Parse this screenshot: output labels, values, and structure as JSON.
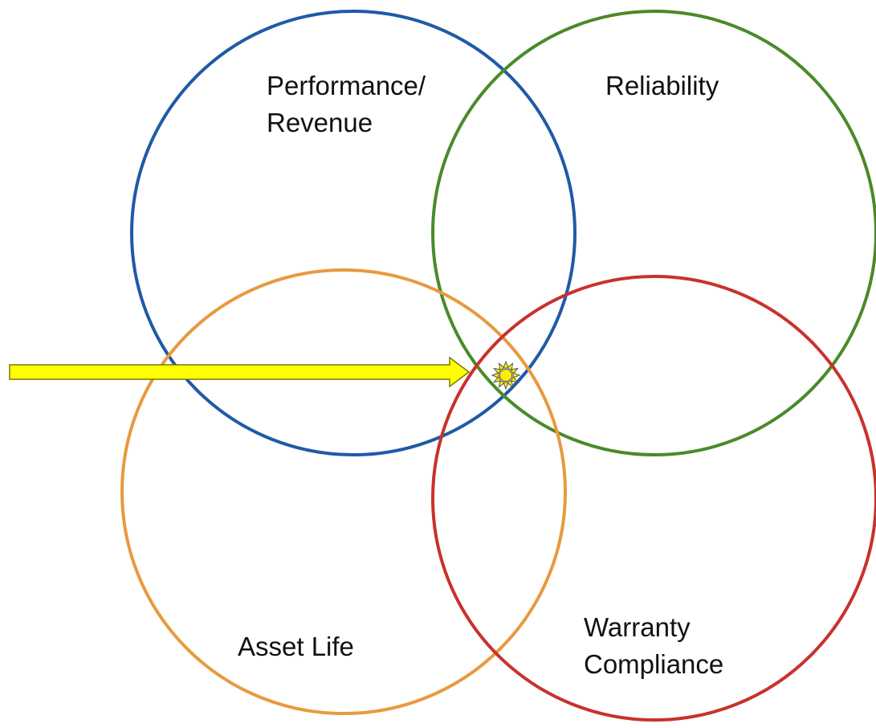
{
  "diagram": {
    "circles": [
      {
        "id": "performance",
        "lines": [
          "Performance/",
          "Revenue"
        ],
        "color": "#1f5aa5"
      },
      {
        "id": "reliability",
        "lines": [
          "Reliability"
        ],
        "color": "#4a8a2a"
      },
      {
        "id": "asset_life",
        "lines": [
          "Asset Life"
        ],
        "color": "#e79a3f"
      },
      {
        "id": "warranty",
        "lines": [
          "Warranty",
          "Compliance"
        ],
        "color": "#c8322b"
      }
    ],
    "arrow": {
      "fill": "#ffff00",
      "stroke": "#7a7a00"
    },
    "marker": {
      "icon": "sun-icon",
      "fill": "#ffee00",
      "stroke": "#555555"
    }
  }
}
